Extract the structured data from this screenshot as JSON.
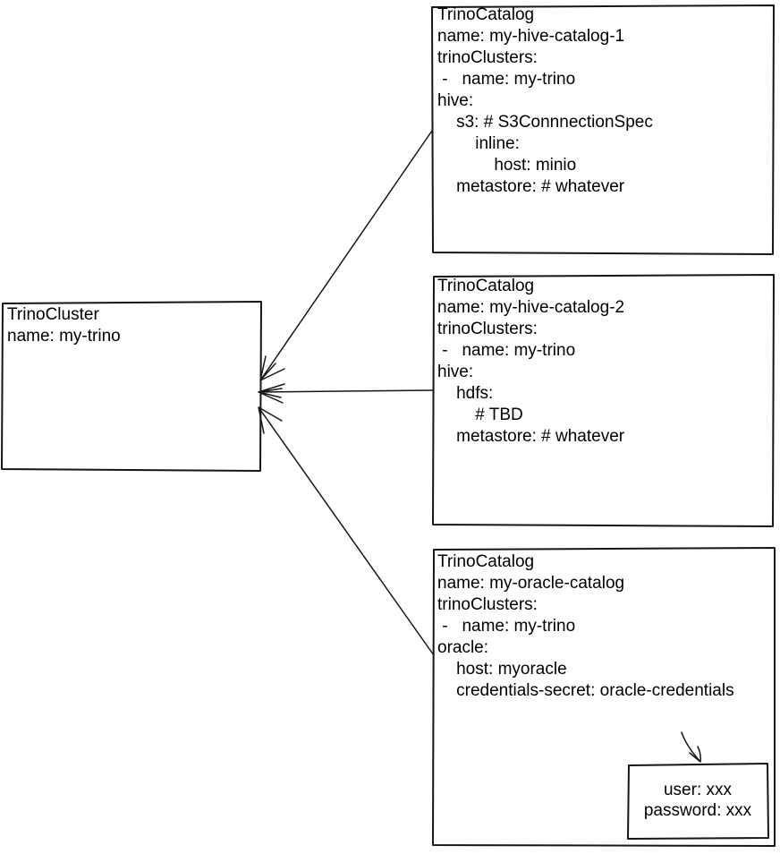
{
  "diagram": {
    "background": "#ffffff",
    "stroke_color": "#161616",
    "text_color": "#000000"
  },
  "nodes": {
    "cluster": {
      "kind": "TrinoCluster",
      "lines": [
        "TrinoCluster",
        "name: my-trino"
      ]
    },
    "catalog1": {
      "kind": "TrinoCatalog",
      "lines": [
        "TrinoCatalog",
        "name: my-hive-catalog-1",
        "trinoClusters:",
        " -   name: my-trino",
        "hive:",
        "    s3: # S3ConnnectionSpec",
        "        inline:",
        "            host: minio",
        "    metastore: # whatever"
      ]
    },
    "catalog2": {
      "kind": "TrinoCatalog",
      "lines": [
        "TrinoCatalog",
        "name: my-hive-catalog-2",
        "trinoClusters:",
        " -   name: my-trino",
        "hive:",
        "    hdfs:",
        "        # TBD",
        "    metastore: # whatever"
      ]
    },
    "catalog3": {
      "kind": "TrinoCatalog",
      "lines": [
        "TrinoCatalog",
        "name: my-oracle-catalog",
        "trinoClusters:",
        " -   name: my-trino",
        "oracle:",
        "    host: myoracle",
        "    credentials-secret: oracle-credentials"
      ]
    },
    "secret": {
      "kind": "Secret",
      "lines": [
        "user: xxx",
        "password: xxx"
      ]
    }
  },
  "edges": [
    {
      "from": "catalog1",
      "to": "cluster",
      "type": "arrow"
    },
    {
      "from": "catalog2",
      "to": "cluster",
      "type": "arrow"
    },
    {
      "from": "catalog3",
      "to": "cluster",
      "type": "arrow"
    },
    {
      "from": "credentials-secret",
      "to": "secret",
      "type": "arrow"
    }
  ]
}
